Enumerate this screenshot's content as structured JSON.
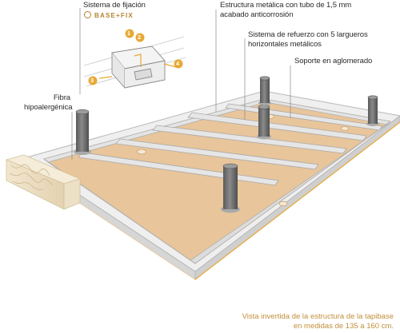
{
  "labels": {
    "fixing_system": "Sistema de fijación",
    "brand": "BASE+FIX",
    "frame_line1": "Estructura metálica con tubo de 1,5 mm",
    "frame_line2": "acabado anticorrosión",
    "reinforcement_line1": "Sistema de refuerzo con 5 largueros",
    "reinforcement_line2": "horizontales metálicos",
    "support": "Soporte en aglomerado",
    "fiber_line1": "Fibra",
    "fiber_line2": "hipoalergénica"
  },
  "steps": [
    "1",
    "2",
    "3",
    "4"
  ],
  "caption": {
    "line1": "Vista invertida de la estructura de la tapibase",
    "line2": "en medidas de 135 a 160 cm."
  },
  "colors": {
    "board": "#e8c59a",
    "frame": "#dedede",
    "frame_edge": "#b5b5b5",
    "leg": "#6f6f6f",
    "accent": "#e7a935",
    "caption": "#c28f3a"
  }
}
